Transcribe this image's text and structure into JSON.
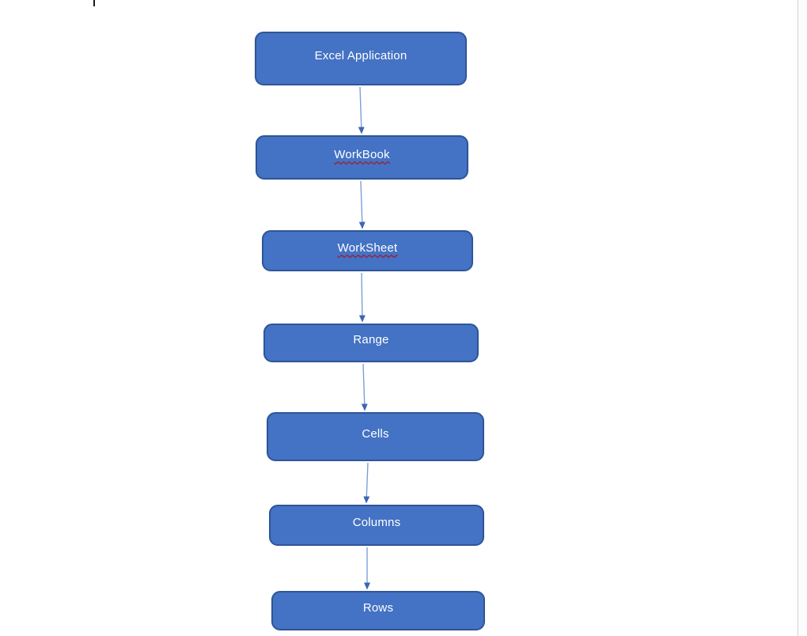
{
  "diagram": {
    "type": "flowchart",
    "direction": "top-down",
    "nodes": [
      {
        "label": "Excel Application",
        "misspelled": false
      },
      {
        "label": "WorkBook",
        "misspelled": true
      },
      {
        "label": "WorkSheet",
        "misspelled": true
      },
      {
        "label": "Range",
        "misspelled": false
      },
      {
        "label": "Cells",
        "misspelled": false
      },
      {
        "label": "Columns",
        "misspelled": false
      },
      {
        "label": "Rows",
        "misspelled": false
      }
    ],
    "connectors": [
      {
        "from": "Excel Application",
        "to": "WorkBook"
      },
      {
        "from": "WorkBook",
        "to": "WorkSheet"
      },
      {
        "from": "WorkSheet",
        "to": "Range"
      },
      {
        "from": "Range",
        "to": "Cells"
      },
      {
        "from": "Cells",
        "to": "Columns"
      },
      {
        "from": "Columns",
        "to": "Rows"
      }
    ],
    "colors": {
      "node_fill": "#4472c4",
      "node_border": "#2f5597",
      "connector": "#7e9ed9",
      "arrowhead": "#3d66b1",
      "squiggly": "#c00000",
      "page_edge": "#d2d2d2"
    }
  }
}
